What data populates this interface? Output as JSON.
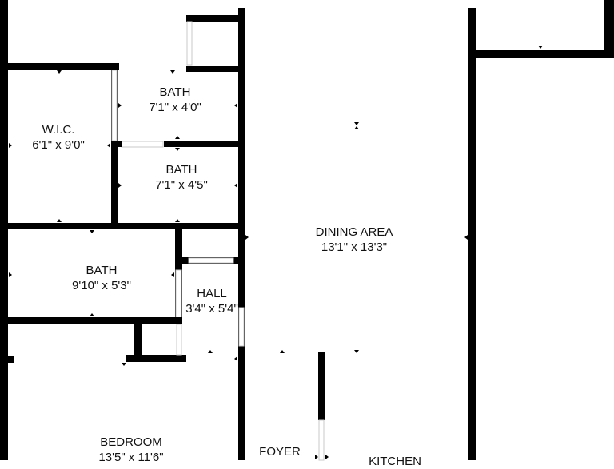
{
  "colors": {
    "wall": "#000000",
    "background": "#ffffff",
    "text": "#111111"
  },
  "rooms": [
    {
      "id": "bath-1",
      "name": "BATH",
      "dimensions": "7'1\" x 4'0\""
    },
    {
      "id": "wic",
      "name": "W.I.C.",
      "dimensions": "6'1\" x 9'0\""
    },
    {
      "id": "bath-2",
      "name": "BATH",
      "dimensions": "7'1\" x 4'5\""
    },
    {
      "id": "dining-area",
      "name": "DINING AREA",
      "dimensions": "13'1\" x 13'3\""
    },
    {
      "id": "bath-3",
      "name": "BATH",
      "dimensions": "9'10\" x 5'3\""
    },
    {
      "id": "hall",
      "name": "HALL",
      "dimensions": "3'4\" x 5'4\""
    },
    {
      "id": "bedroom",
      "name": "BEDROOM",
      "dimensions": "13'5\" x 11'6\""
    },
    {
      "id": "foyer",
      "name": "FOYER",
      "dimensions": ""
    },
    {
      "id": "kitchen",
      "name": "KITCHEN",
      "dimensions": ""
    }
  ]
}
